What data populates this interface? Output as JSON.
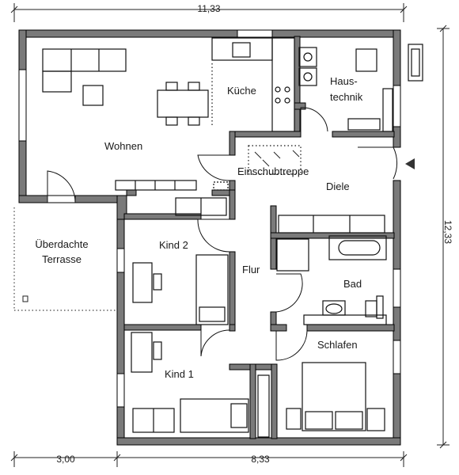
{
  "dimensions": {
    "top_width": "11,33",
    "right_height": "12,33",
    "bottom_left": "3,00",
    "bottom_right": "8,33"
  },
  "rooms": {
    "wohnen": "Wohnen",
    "kueche": "Küche",
    "haustechnik_1": "Haus-",
    "haustechnik_2": "technik",
    "einschubtreppe": "Einschubtreppe",
    "diele": "Diele",
    "terrasse_1": "Überdachte",
    "terrasse_2": "Terrasse",
    "kind2": "Kind 2",
    "flur": "Flur",
    "bad": "Bad",
    "kind1": "Kind 1",
    "schlafen": "Schlafen"
  },
  "colors": {
    "wall": "#777777",
    "wall_edge": "#000000",
    "furniture": "#222222",
    "dim_line": "#222222"
  }
}
